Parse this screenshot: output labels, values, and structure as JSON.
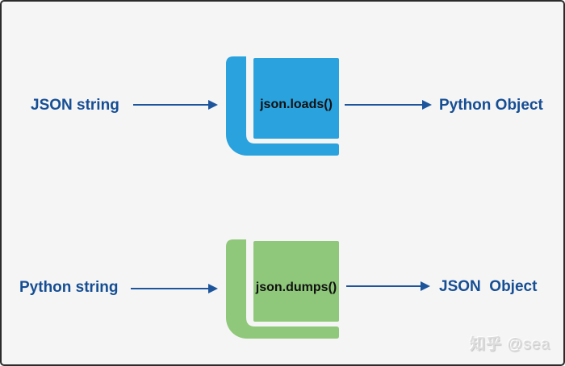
{
  "colors": {
    "canvas_bg": "#f5f5f5",
    "canvas_border": "#2b2b2b",
    "label_text": "#164e94",
    "arrow": "#1d559c",
    "book_text": "#111111",
    "watermark": "#dcdcdc"
  },
  "rows": [
    {
      "source_label": "JSON string",
      "function_label": "json.loads()",
      "book_color": "#29a2de",
      "target_label": "Python Object"
    },
    {
      "source_label": "Python string",
      "function_label": "json.dumps()",
      "book_color": "#8fc87a",
      "target_label": "JSON  Object"
    }
  ],
  "watermark": {
    "brand": "知乎",
    "handle": "@sea"
  }
}
